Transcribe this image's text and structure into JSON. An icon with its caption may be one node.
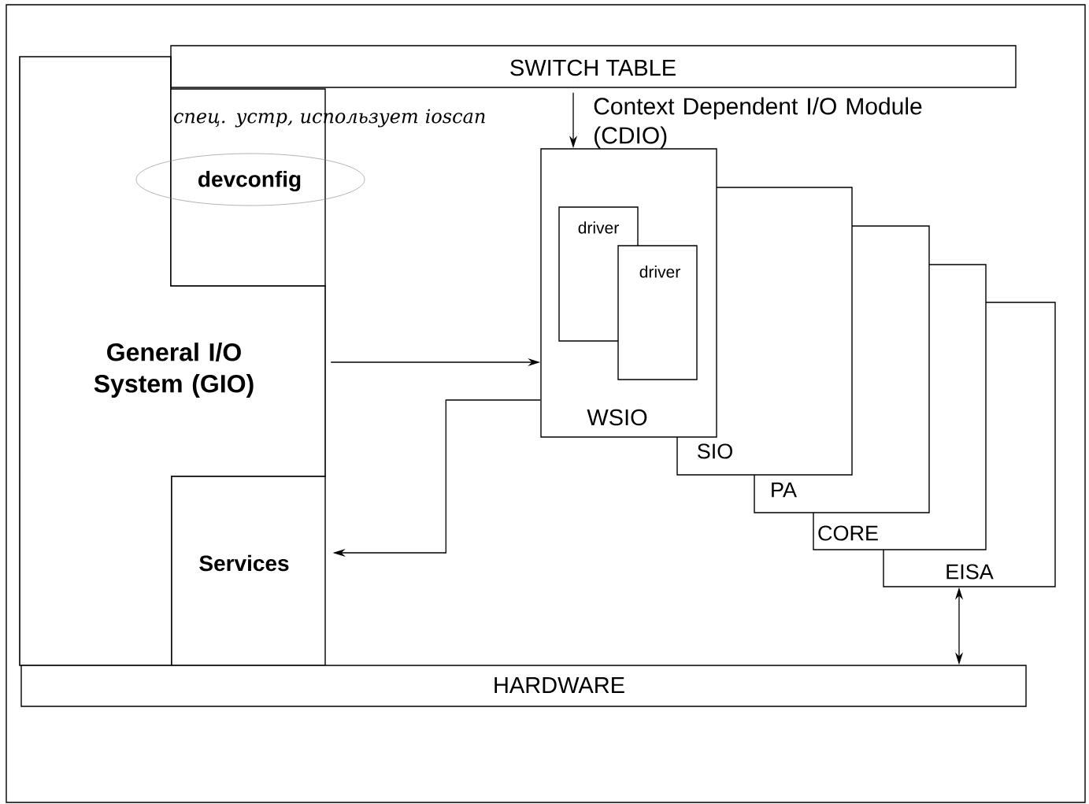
{
  "diagram": {
    "nodes": [
      {
        "text": [
          "SWITCH TABLE"
        ]
      },
      {
        "text": [
          "General I/O System (GIO)"
        ]
      },
      {
        "text": [
          "devconfig"
        ]
      },
      {
        "text": [
          "Services"
        ]
      },
      {
        "text": [
          "WSIO"
        ]
      },
      {
        "text": [
          "driver"
        ],
        "in": 4
      },
      {
        "text": [
          "driver"
        ],
        "in": 4
      },
      {
        "text": [
          "SIO"
        ]
      },
      {
        "text": [
          "PA"
        ]
      },
      {
        "text": [
          "CORE"
        ]
      },
      {
        "text": [
          "EISA"
        ]
      },
      {
        "text": [
          "HARDWARE"
        ]
      }
    ],
    "edges": [
      {
        "from": 0,
        "to": 4,
        "arrow": "to"
      },
      {
        "from": 1,
        "to": 4,
        "arrow": "to"
      },
      {
        "from": 4,
        "to": 3,
        "arrow": "to"
      },
      {
        "from": 10,
        "to": 11,
        "arrow": "both"
      }
    ],
    "labels": [
      "Context Dependent I/O Module (CDIO)",
      "спец. устр, использует ioscan"
    ]
  }
}
